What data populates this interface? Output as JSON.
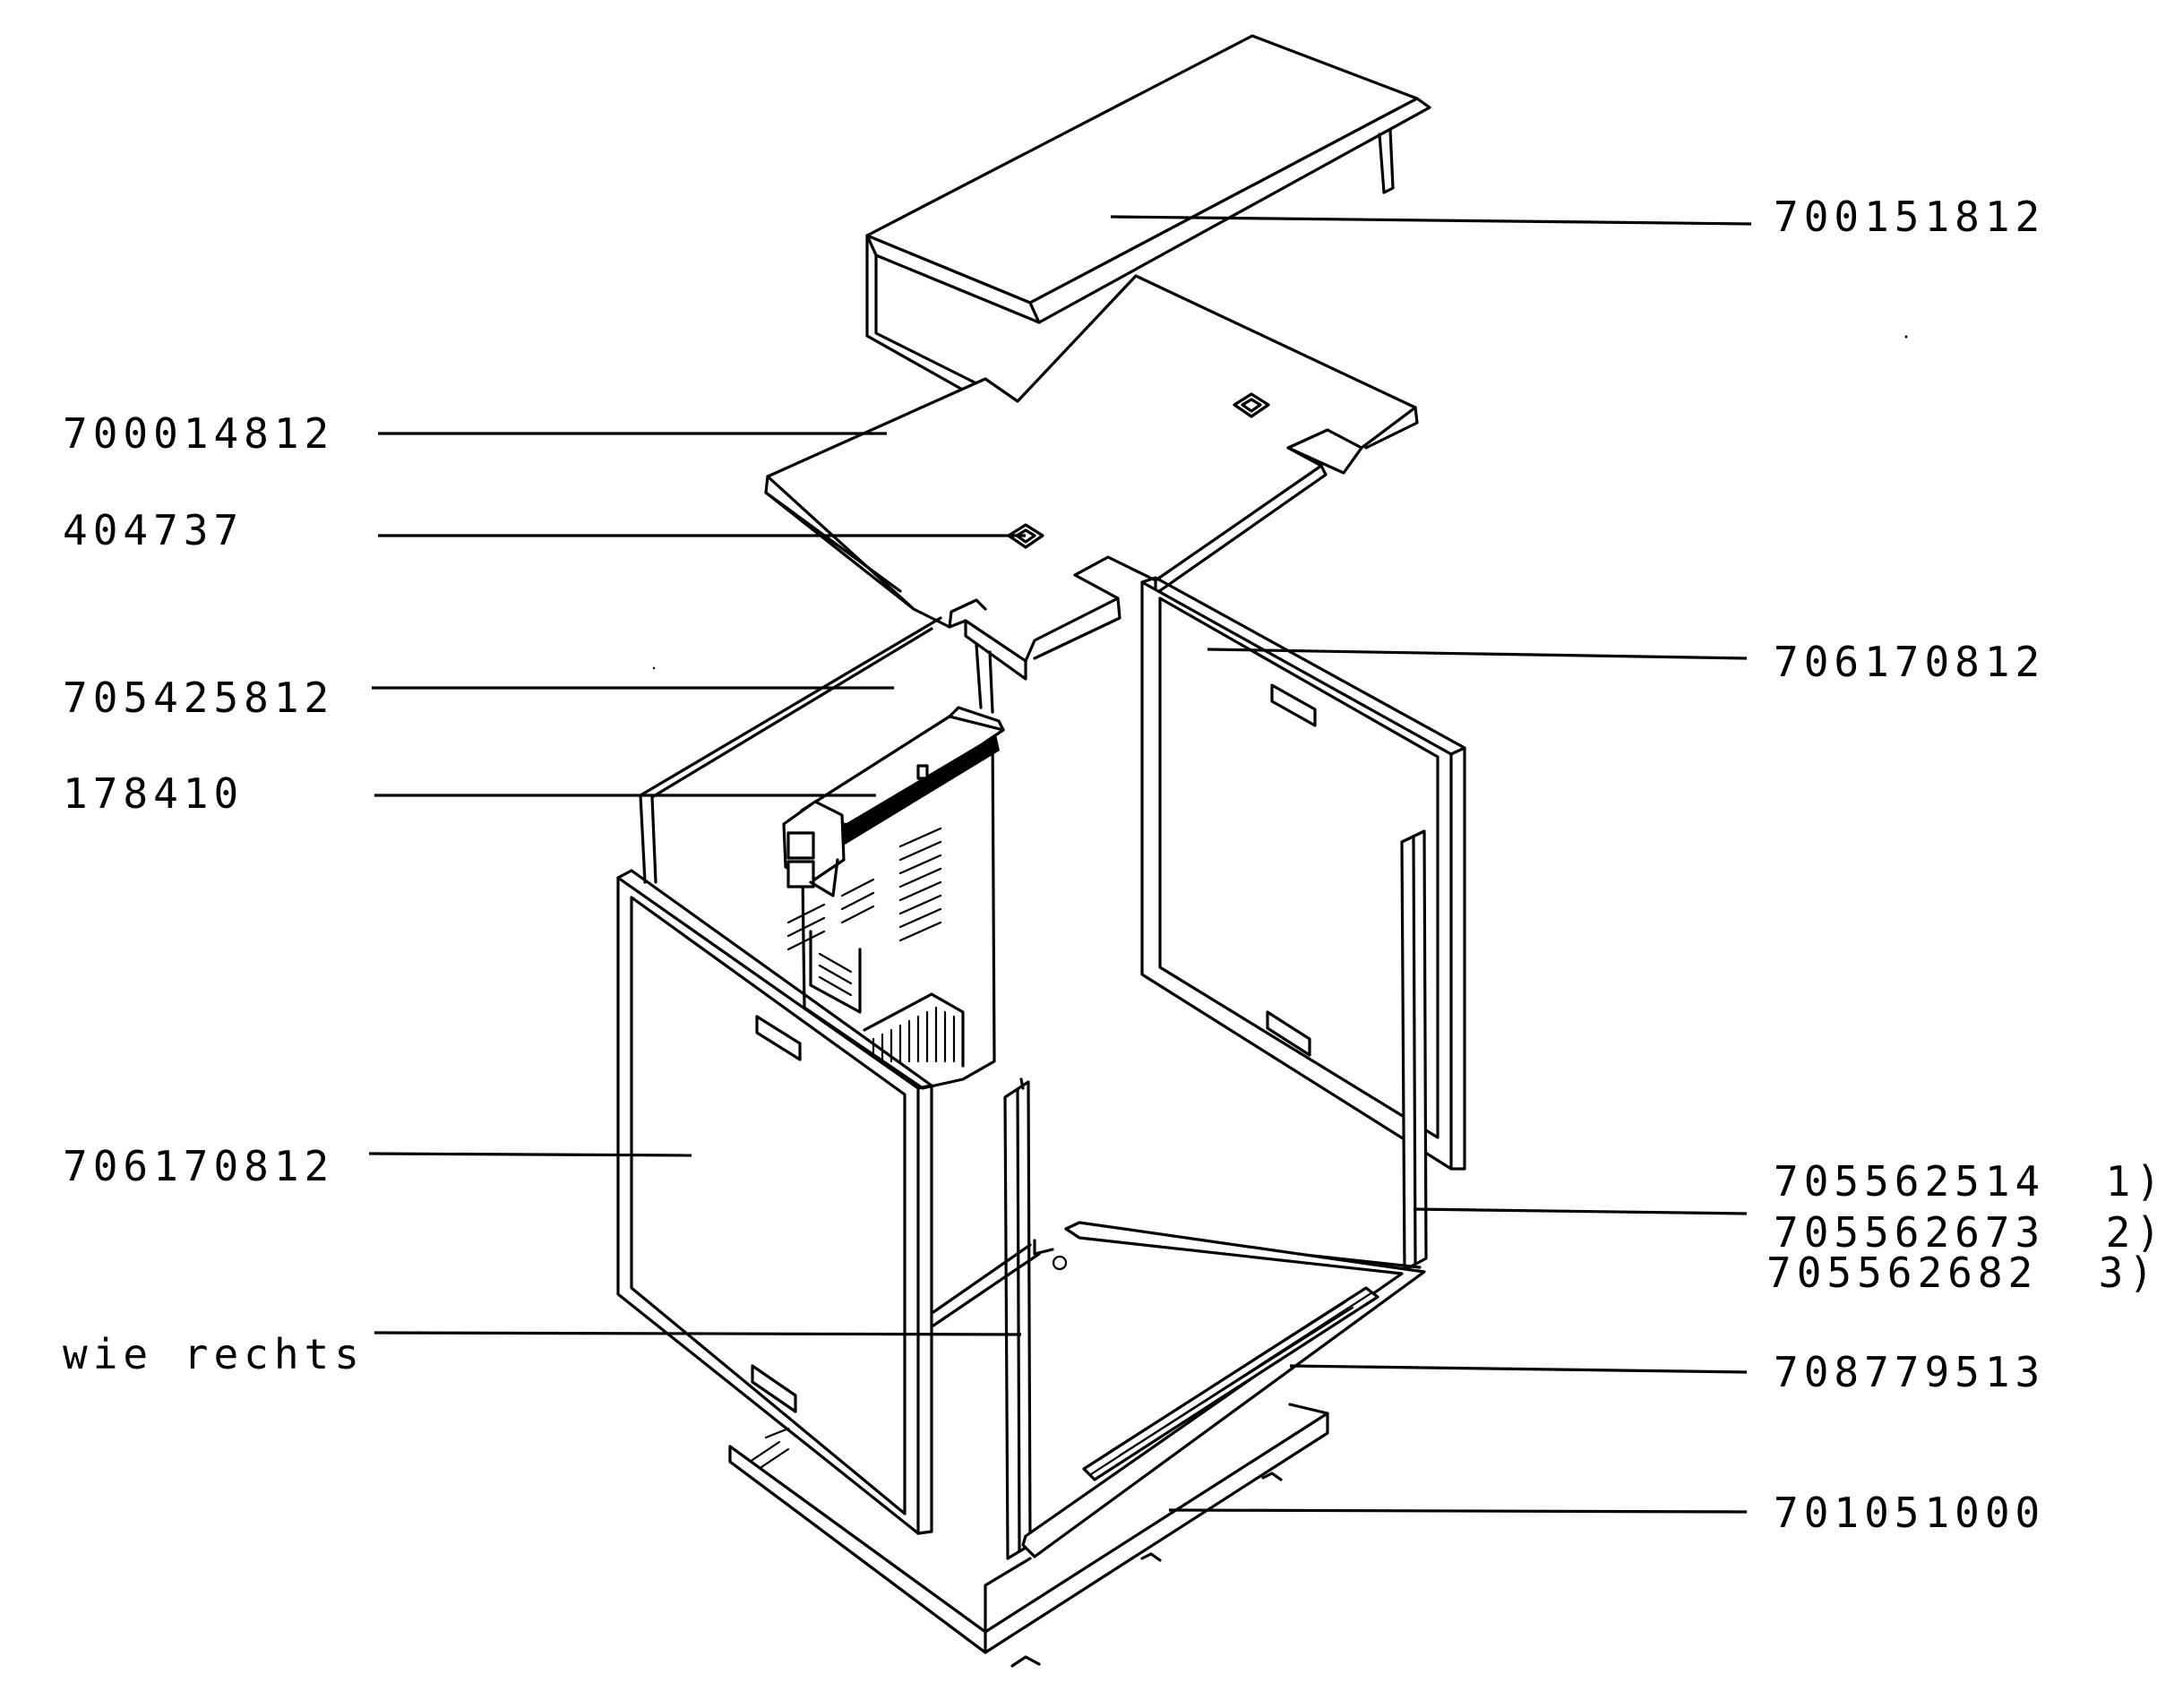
{
  "labels": {
    "top_cover": "700151812",
    "top_panel": "700014812",
    "nut": "404737",
    "rear_panel": "705425812",
    "module": "178410",
    "side_right": "706170812",
    "side_left": "706170812",
    "wie_rechts": "wie rechts",
    "strip_1": "705562514  1)",
    "strip_2": "705562673  2)",
    "strip_3": "705562682  3)",
    "rail": "708779513",
    "base": "701051000"
  },
  "colors": {
    "line": "#000000",
    "background": "#ffffff"
  }
}
